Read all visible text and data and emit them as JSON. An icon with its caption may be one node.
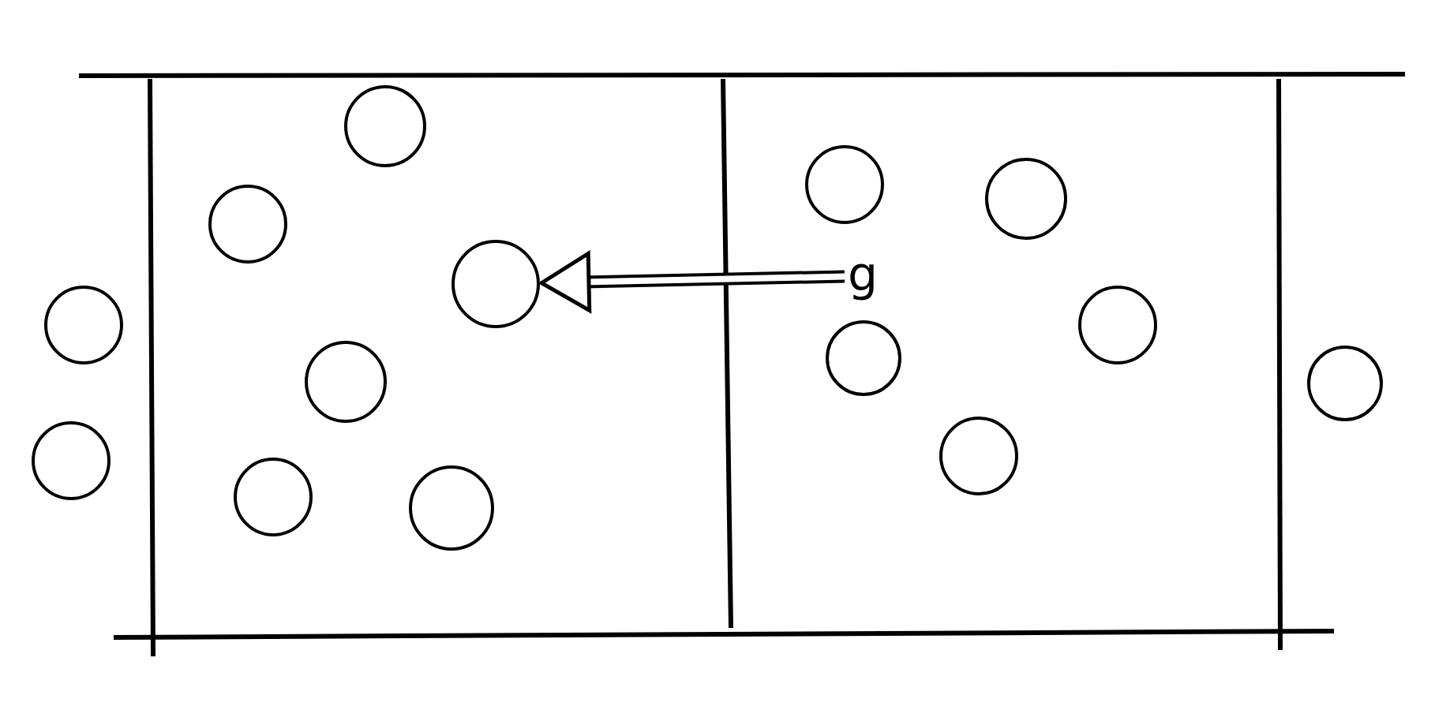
{
  "diagram": {
    "nodes": [
      {
        "text": [
          "g"
        ]
      },
      {
        "text": [],
        "shape": "circle"
      },
      {
        "text": [],
        "shape": "circle"
      },
      {
        "text": [],
        "shape": "circle"
      },
      {
        "text": [],
        "shape": "circle"
      },
      {
        "text": [],
        "shape": "circle"
      },
      {
        "text": [],
        "shape": "circle"
      },
      {
        "text": [],
        "shape": "circle"
      },
      {
        "text": [],
        "shape": "circle"
      },
      {
        "text": [],
        "shape": "circle"
      },
      {
        "text": [],
        "shape": "circle"
      },
      {
        "text": [],
        "shape": "circle"
      },
      {
        "text": [],
        "shape": "circle"
      },
      {
        "text": [],
        "shape": "circle"
      },
      {
        "text": [],
        "shape": "circle"
      }
    ],
    "edges": [
      {
        "from": 0,
        "to": 8,
        "arrow": "to"
      }
    ]
  }
}
